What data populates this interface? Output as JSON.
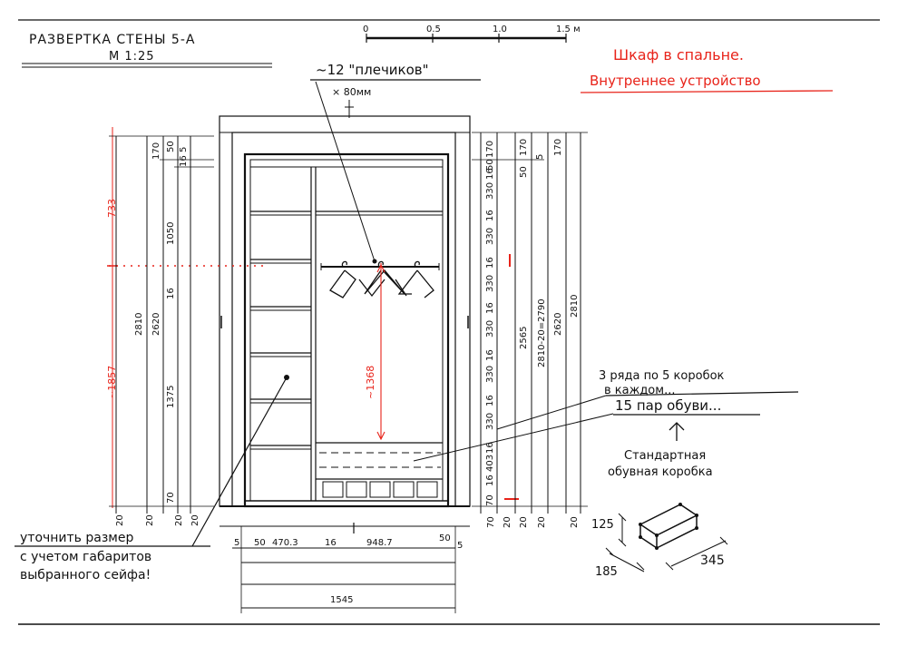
{
  "title": {
    "line1": "РАЗВЕРТКА СТЕНЫ 5-А",
    "line2": "М 1:25"
  },
  "scale_bar": {
    "ticks": [
      "0",
      "0.5",
      "1.0",
      "1.5 м"
    ]
  },
  "red_title": {
    "line1": "Шкаф в спальне.",
    "line2": "Внутреннее устройство"
  },
  "callouts": {
    "hangers": "~12 \"плечиков\"",
    "hangers_spacing": "× 80мм",
    "rows": "3 ряда по 5 коробок",
    "rows2": "в каждом...",
    "pairs": "15 пар обуви...",
    "standard1": "Стандартная",
    "standard2": "обувная коробка",
    "safe1": "уточнить размер",
    "safe2": "с учетом габаритов",
    "safe3": "выбранного сейфа!"
  },
  "red_dims": {
    "top": "733",
    "bottom": "~1857",
    "hanging": "~1368"
  },
  "left_dims": {
    "d2810": "2810",
    "d2620": "2620",
    "d1050": "1050",
    "d16": "16",
    "d1375": "1375",
    "d70": "70",
    "d170": "170",
    "d50": "50",
    "d5": "5",
    "d16b": "16",
    "d20a": "20",
    "d20b": "20",
    "d20c": "20",
    "d20d": "20"
  },
  "right_dims": {
    "col1": [
      "170",
      "50",
      "16",
      "330",
      "16",
      "330",
      "16",
      "330",
      "16",
      "330",
      "16",
      "330",
      "16",
      "330",
      "16",
      "403",
      "16",
      "70"
    ],
    "d2565": "2565",
    "d2790": "2810-20=2790",
    "d2620": "2620",
    "d2810": "2810",
    "d170a": "170",
    "d170b": "170",
    "d50": "50",
    "d5": "5",
    "d20a": "20",
    "d20b": "20",
    "d20c": "20",
    "d20d": "20",
    "d70": "70"
  },
  "bottom_dims": {
    "d5a": "5",
    "d50a": "50",
    "d470": "470.3",
    "d16": "16",
    "d948": "948.7",
    "d50b": "50",
    "d5b": "5",
    "d1545": "1545"
  },
  "box_dims": {
    "h": "125",
    "w": "185",
    "l": "345"
  },
  "colors": {
    "ink": "#111111",
    "red": "#e8231a"
  }
}
